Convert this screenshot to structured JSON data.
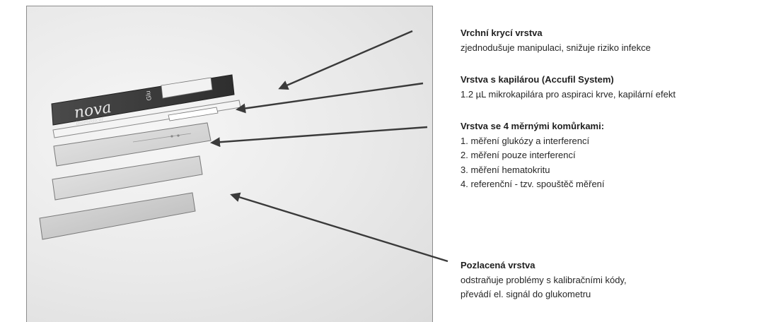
{
  "strip": {
    "logo_main": "nova",
    "logo_sub": "biomedical",
    "logo_code": "Glu"
  },
  "annotations": [
    {
      "title": "Vrchní krycí vrstva",
      "lines": [
        "zjednodušuje manipulaci, snižuje riziko infekce"
      ]
    },
    {
      "title": "Vrstva s kapilárou (Accufil System)",
      "lines": [
        "1.2 µL mikrokapilára pro aspiraci krve, kapilární efekt"
      ]
    },
    {
      "title": "Vrstva se 4 měrnými komůrkami:",
      "lines": [
        "1. měření glukózy a interferencí",
        "2. měření pouze interferencí",
        "3. měření hematokritu",
        "4. referenční -   tzv. spouštěč  měření"
      ]
    },
    {
      "title": "Pozlacená vrstva",
      "lines": [
        "odstraňuje problémy s kalibračními kódy,",
        "převádí el. signál do glukometru"
      ]
    }
  ],
  "colors": {
    "arrow": "#3a3a3a",
    "top_strip": "#3b3b3b",
    "layer_fill": "#d9d9d9",
    "gold_layer": "#c9c9c9"
  }
}
